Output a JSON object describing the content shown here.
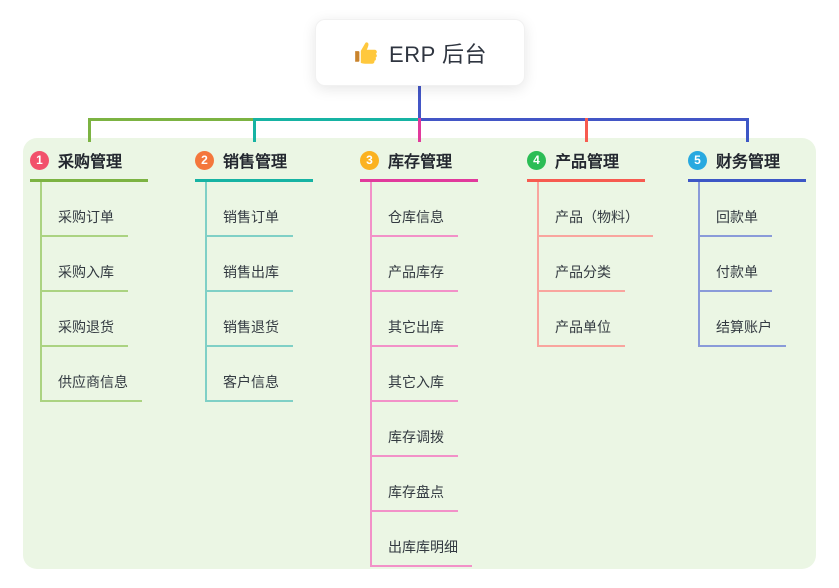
{
  "root": {
    "label": "ERP 后台",
    "icon": "thumbs-up-icon"
  },
  "panel": {
    "background_color": "#EBF6E4"
  },
  "connector": {
    "root_color": "#4356C6"
  },
  "branches": [
    {
      "number": "1",
      "label": "采购管理",
      "main_color": "#7CB342",
      "light_color": "#ABD381",
      "badge_color": "#F2516B",
      "items": [
        "采购订单",
        "采购入库",
        "采购退货",
        "供应商信息"
      ]
    },
    {
      "number": "2",
      "label": "销售管理",
      "main_color": "#16B3A3",
      "light_color": "#7FD0C6",
      "badge_color": "#F4773C",
      "items": [
        "销售订单",
        "销售出库",
        "销售退货",
        "客户信息"
      ]
    },
    {
      "number": "3",
      "label": "库存管理",
      "main_color": "#E13A9C",
      "light_color": "#F291C8",
      "badge_color": "#FBB220",
      "items": [
        "仓库信息",
        "产品库存",
        "其它出库",
        "其它入库",
        "库存调拨",
        "库存盘点",
        "出库库明细"
      ]
    },
    {
      "number": "4",
      "label": "产品管理",
      "main_color": "#F75B50",
      "light_color": "#F9A59E",
      "badge_color": "#2BBD55",
      "items": [
        "产品（物料）",
        "产品分类",
        "产品单位"
      ]
    },
    {
      "number": "5",
      "label": "财务管理",
      "main_color": "#3D57C6",
      "light_color": "#8A9BD9",
      "badge_color": "#28A9E0",
      "items": [
        "回款单",
        "付款单",
        "结算账户"
      ]
    }
  ]
}
